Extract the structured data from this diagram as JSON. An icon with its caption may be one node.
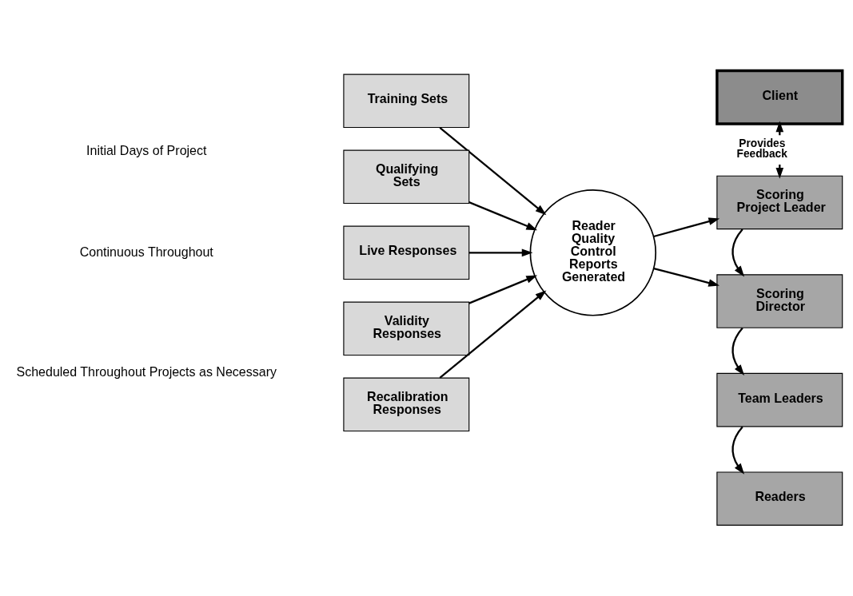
{
  "diagram": {
    "nodes": [
      {
        "text": [
          "Training Sets"
        ]
      },
      {
        "text": [
          "Qualifying Sets"
        ]
      },
      {
        "text": [
          "Live Responses"
        ]
      },
      {
        "text": [
          "Validity Responses"
        ]
      },
      {
        "text": [
          "Recalibration Responses"
        ]
      },
      {
        "text": [
          "Reader Quality Control Reports Generated"
        ]
      },
      {
        "text": [
          "Client"
        ]
      },
      {
        "text": [
          "Scoring Project Leader"
        ]
      },
      {
        "text": [
          "Scoring Director"
        ]
      },
      {
        "text": [
          "Team Leaders"
        ]
      },
      {
        "text": [
          "Readers"
        ]
      }
    ],
    "edges": [
      {
        "from": 0,
        "to": 5,
        "arrow": "to"
      },
      {
        "from": 1,
        "to": 5,
        "arrow": "to"
      },
      {
        "from": 2,
        "to": 5,
        "arrow": "to"
      },
      {
        "from": 3,
        "to": 5,
        "arrow": "to"
      },
      {
        "from": 4,
        "to": 5,
        "arrow": "to"
      },
      {
        "from": 5,
        "to": 7,
        "arrow": "to"
      },
      {
        "from": 5,
        "to": 8,
        "arrow": "to"
      },
      {
        "from": 7,
        "to": 6,
        "arrow": "both",
        "label": "Provides Feedback"
      },
      {
        "from": 7,
        "to": 8,
        "arrow": "to"
      },
      {
        "from": 8,
        "to": 9,
        "arrow": "to"
      },
      {
        "from": 9,
        "to": 10,
        "arrow": "to"
      }
    ],
    "labels": [
      "Initial Days of Project",
      "Continuous Throughout",
      "Scheduled Throughout Projects as Necessary"
    ]
  }
}
